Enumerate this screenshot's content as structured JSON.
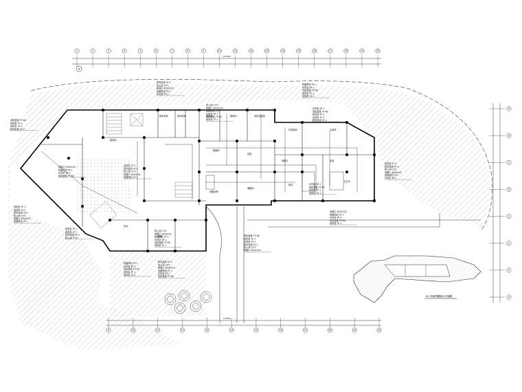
{
  "drawing": {
    "key_plan_title": "B1-平面布置索引平面图",
    "north_label": "N",
    "column_axes_top": [
      "1",
      "2",
      "3",
      "4",
      "5",
      "6",
      "7",
      "8",
      "9",
      "10",
      "11",
      "12",
      "13",
      "14",
      "15",
      "16",
      "17",
      "18",
      "19",
      "20"
    ],
    "row_axes_right": [
      "A",
      "B",
      "C",
      "D",
      "E",
      "F",
      "G",
      "H"
    ],
    "overall_dimension": "135800",
    "room_tags": [
      "配电间",
      "新风机房",
      "排风机房",
      "强电间",
      "弱电间",
      "消防控制室",
      "空调机房",
      "水泵房",
      "楼梯间",
      "前室",
      "电梯厅",
      "走道",
      "设备用房",
      "储藏间",
      "管井",
      "卫生间",
      "商业",
      "厨房"
    ],
    "notes": [
      "风机盘管 FP-68",
      "排风机 PF-1",
      "送风机 SF-1",
      "新风机组 XF-2",
      "防火阀 70℃",
      "排烟口 800x500",
      "排烟风机 PY-1",
      "补风机 BF-1"
    ]
  }
}
